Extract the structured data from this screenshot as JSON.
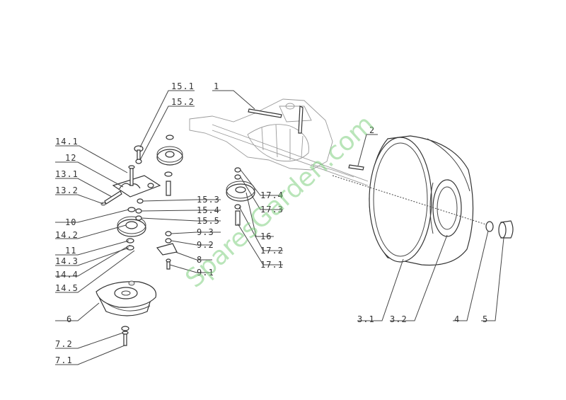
{
  "watermark": "SparesGarden.com",
  "labels": {
    "p1": "1",
    "p2": "2",
    "p3_1": "3.1",
    "p3_2": "3.2",
    "p4": "4",
    "p5": "5",
    "p6": "6",
    "p7_1": "7.1",
    "p7_2": "7.2",
    "p8": "8",
    "p9_1": "9.1",
    "p9_2": "9.2",
    "p9_3": "9.3",
    "p10": "10",
    "p11": "11",
    "p12": "12",
    "p13_1": "13.1",
    "p13_2": "13.2",
    "p14_1": "14.1",
    "p14_2": "14.2",
    "p14_3": "14.3",
    "p14_4": "14.4",
    "p14_5": "14.5",
    "p15_1": "15.1",
    "p15_2": "15.2",
    "p15_3": "15.3",
    "p15_4": "15.4",
    "p15_5": "15.5",
    "p16": "16",
    "p17_1": "17.1",
    "p17_2": "17.2",
    "p17_3": "17.3",
    "p17_4": "17.4"
  }
}
